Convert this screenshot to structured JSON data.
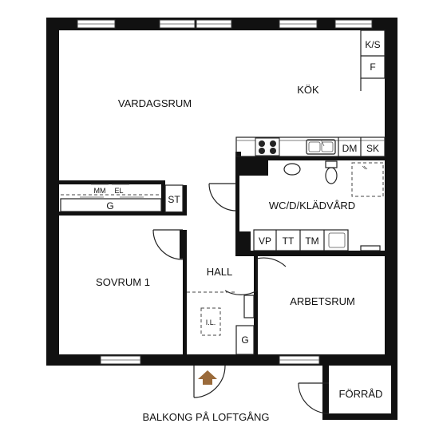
{
  "rooms": {
    "vardagsrum": "VARDAGSRUM",
    "kok": "KÖK",
    "wc": "WC/D/KLÄDVÅRD",
    "hall": "HALL",
    "sovrum": "SOVRUM 1",
    "arbetsrum": "ARBETSRUM",
    "forrad": "FÖRRÅD",
    "balkong": "BALKONG PÅ LOFTGÅNG"
  },
  "fixtures": {
    "ks": "K/S",
    "f": "F",
    "dm": "DM",
    "sk": "SK",
    "mm": "MM",
    "el": "EL",
    "g_wardrobe": "G",
    "st": "ST",
    "vp": "VP",
    "tt": "TT",
    "tm": "TM",
    "il": "I.L.",
    "g_hall": "G"
  },
  "colors": {
    "wall": "#111111",
    "entry_arrow": "#9a6a3a"
  }
}
